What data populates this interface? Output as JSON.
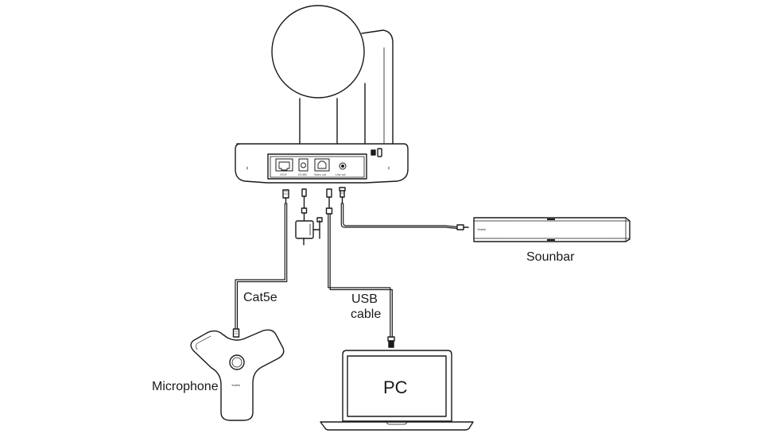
{
  "labels": {
    "soundbar": "Sounbar",
    "cat5e": "Cat5e",
    "usb_line1": "USB",
    "usb_line2": "cable",
    "microphone": "Microphone",
    "pc": "PC"
  },
  "ports": {
    "vch": "VCH",
    "dc48v": "DC48V",
    "video_out": "Video out",
    "line_out": "Line out"
  },
  "brand_text": "Yealink",
  "colors": {
    "line": "#1a1a1a",
    "background": "#ffffff"
  }
}
